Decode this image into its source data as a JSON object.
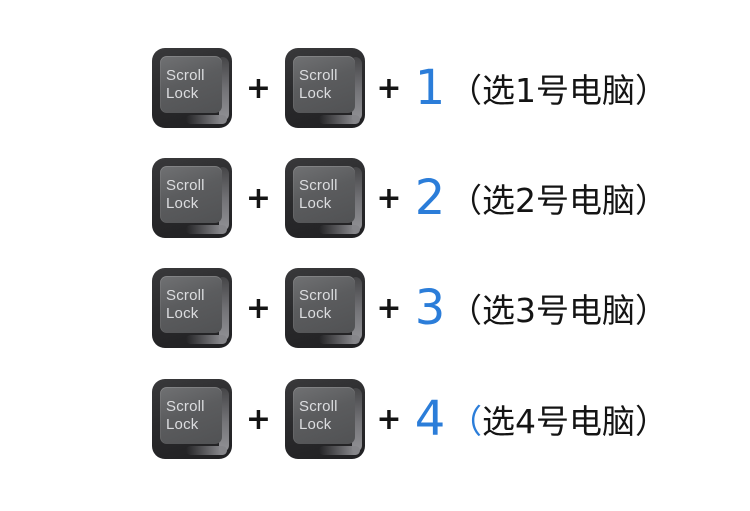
{
  "page": {
    "background": "#ffffff"
  },
  "colors": {
    "accent_blue": "#2b7dd9",
    "text_black": "#141414",
    "key_outer_dark": "#2b2b2d",
    "key_face_gray": "#5b5c5e",
    "key_label_gray": "#dcdde0"
  },
  "key": {
    "line1": "Scroll",
    "line2": "Lock"
  },
  "plus_sign": "+",
  "rows": [
    {
      "number": "1",
      "paren_open": "（",
      "label": "选1号电脑",
      "paren_close": "）"
    },
    {
      "number": "2",
      "paren_open": "（",
      "label": "选2号电脑",
      "paren_close": "）"
    },
    {
      "number": "3",
      "paren_open": "（",
      "label": "选3号电脑",
      "paren_close": "）"
    },
    {
      "number": "4",
      "paren_open": "（",
      "label": "选4号电脑",
      "paren_close": "）"
    }
  ]
}
